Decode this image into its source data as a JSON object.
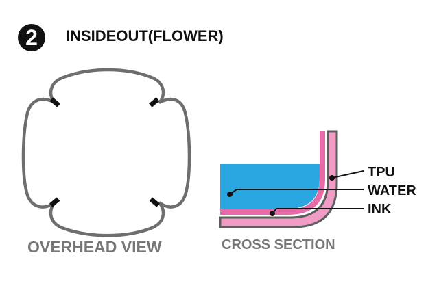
{
  "header": {
    "step_number": "2",
    "title": "INSIDEOUT(FLOWER)"
  },
  "overhead_view": {
    "caption": "OVERHEAD VIEW",
    "outline_color": "#6e6e6e",
    "clip_color": "#111111",
    "clip_count": 4
  },
  "cross_section": {
    "caption": "CROSS SECTION",
    "labels": [
      "TPU",
      "WATER",
      "INK"
    ],
    "colors": {
      "water": "#2aa6e0",
      "ink": "#e66aa6",
      "tpu_fill": "#f09cc4",
      "tpu_outline": "#5e5e5e"
    }
  }
}
